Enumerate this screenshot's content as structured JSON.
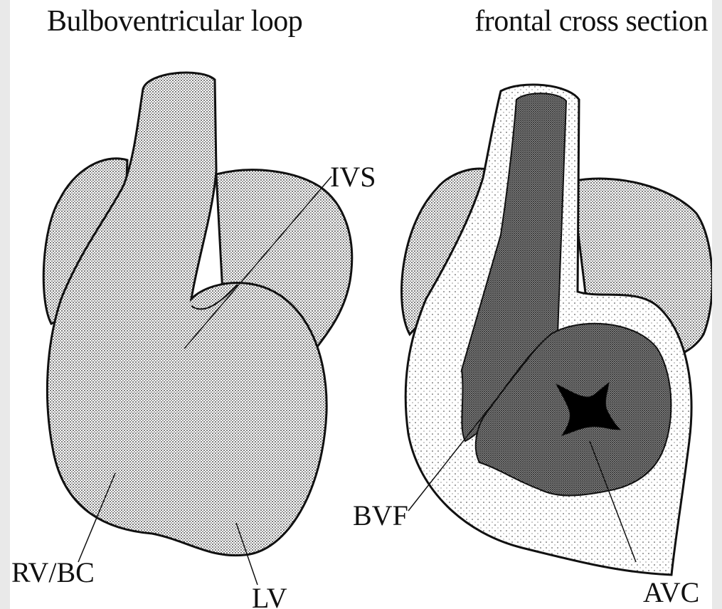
{
  "titles": {
    "left": "Bulboventricular loop",
    "right": "frontal cross section"
  },
  "labels": {
    "ivs": "IVS",
    "rv_bc": "RV/BC",
    "lv": "LV",
    "bvf": "BVF",
    "avc": "AVC"
  }
}
